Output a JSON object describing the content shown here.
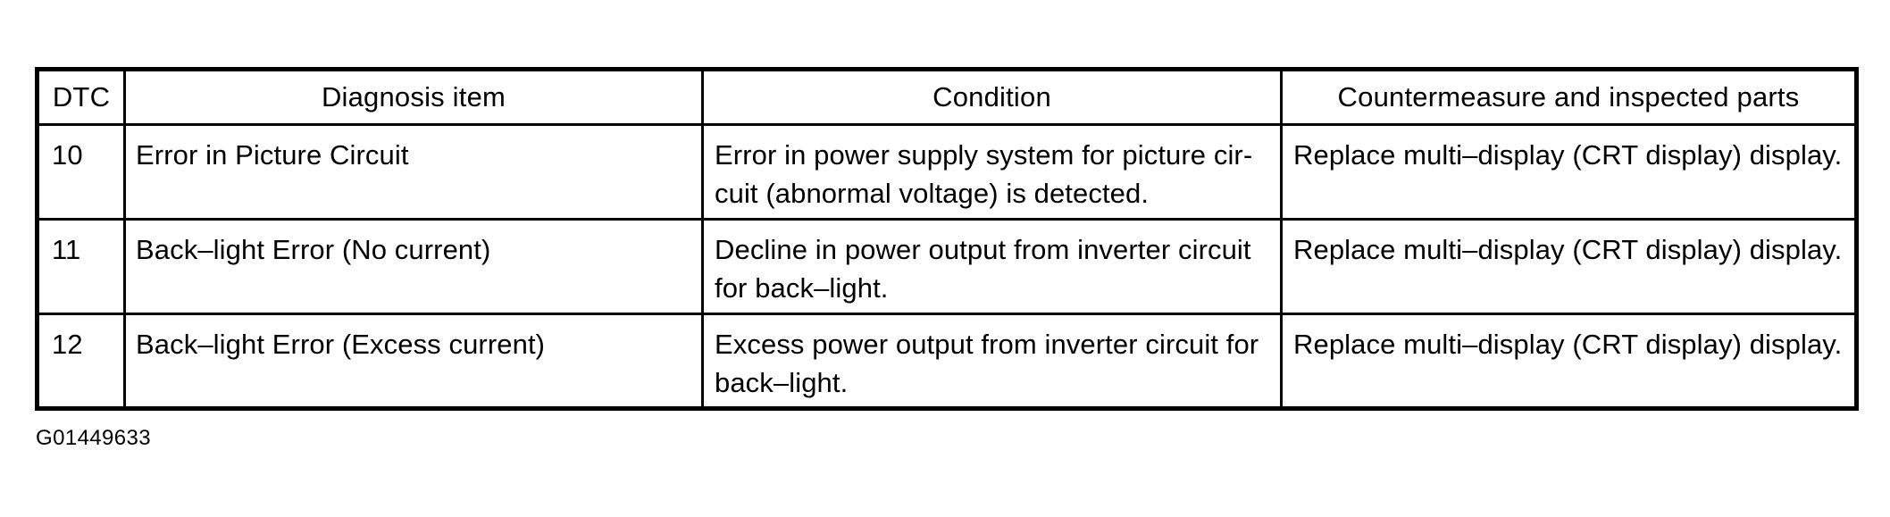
{
  "table": {
    "columns": [
      {
        "key": "dtc",
        "label": "DTC"
      },
      {
        "key": "diagnosis",
        "label": "Diagnosis item"
      },
      {
        "key": "condition",
        "label": "Condition"
      },
      {
        "key": "countermeasure",
        "label": "Countermeasure and inspected parts"
      }
    ],
    "rows": [
      {
        "dtc": "10",
        "diagnosis": "Error in Picture Circuit",
        "condition_line1": "Error in power supply system for picture cir-",
        "condition_line2": "cuit (abnormal voltage) is detected.",
        "countermeasure": "Replace multi–display (CRT display) display."
      },
      {
        "dtc": "11",
        "diagnosis": "Back–light Error (No current)",
        "condition_line1": "Decline in power output from inverter circuit",
        "condition_line2": "for back–light.",
        "countermeasure": "Replace multi–display (CRT display) display."
      },
      {
        "dtc": "12",
        "diagnosis": "Back–light Error (Excess current)",
        "condition_line1": "Excess power output from inverter circuit for",
        "condition_line2": "back–light.",
        "countermeasure": "Replace multi–display (CRT display) display."
      }
    ]
  },
  "figure_id": "G01449633",
  "colors": {
    "ink": "#000000",
    "paper": "#ffffff"
  }
}
